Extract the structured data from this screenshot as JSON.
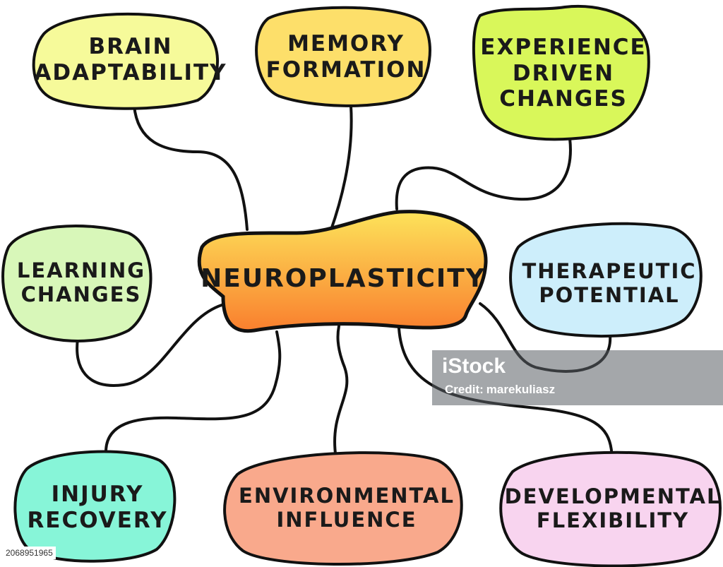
{
  "diagram": {
    "center": {
      "id": "center",
      "lines": [
        "NEUROPLASTICITY"
      ]
    },
    "nodes": [
      {
        "id": "brain-adaptability",
        "lines": [
          "BRAIN",
          "ADAPTABILITY"
        ],
        "fill": "#f6fa9a"
      },
      {
        "id": "memory-formation",
        "lines": [
          "MEMORY",
          "FORMATION"
        ],
        "fill": "#fddf6a"
      },
      {
        "id": "experience-driven-changes",
        "lines": [
          "EXPERIENCE",
          "DRIVEN",
          "CHANGES"
        ],
        "fill": "#d9f75a"
      },
      {
        "id": "learning-changes",
        "lines": [
          "LEARNING",
          "CHANGES"
        ],
        "fill": "#d8f7b9"
      },
      {
        "id": "therapeutic-potential",
        "lines": [
          "THERAPEUTIC",
          "POTENTIAL"
        ],
        "fill": "#cdeefb"
      },
      {
        "id": "injury-recovery",
        "lines": [
          "INJURY",
          "RECOVERY"
        ],
        "fill": "#87f5d8"
      },
      {
        "id": "environmental-influence",
        "lines": [
          "ENVIRONMENTAL",
          "INFLUENCE"
        ],
        "fill": "#f9a98c"
      },
      {
        "id": "developmental-flexibility",
        "lines": [
          "DEVELOPMENTAL",
          "FLEXIBILITY"
        ],
        "fill": "#f8d4ef"
      }
    ],
    "center_gradient": [
      "#fde35a",
      "#f97f2e"
    ]
  },
  "watermark": {
    "brand": "iStock",
    "credit_label": "Credit:",
    "credit_name": "marekuliasz"
  },
  "stock_id": "2068951965"
}
